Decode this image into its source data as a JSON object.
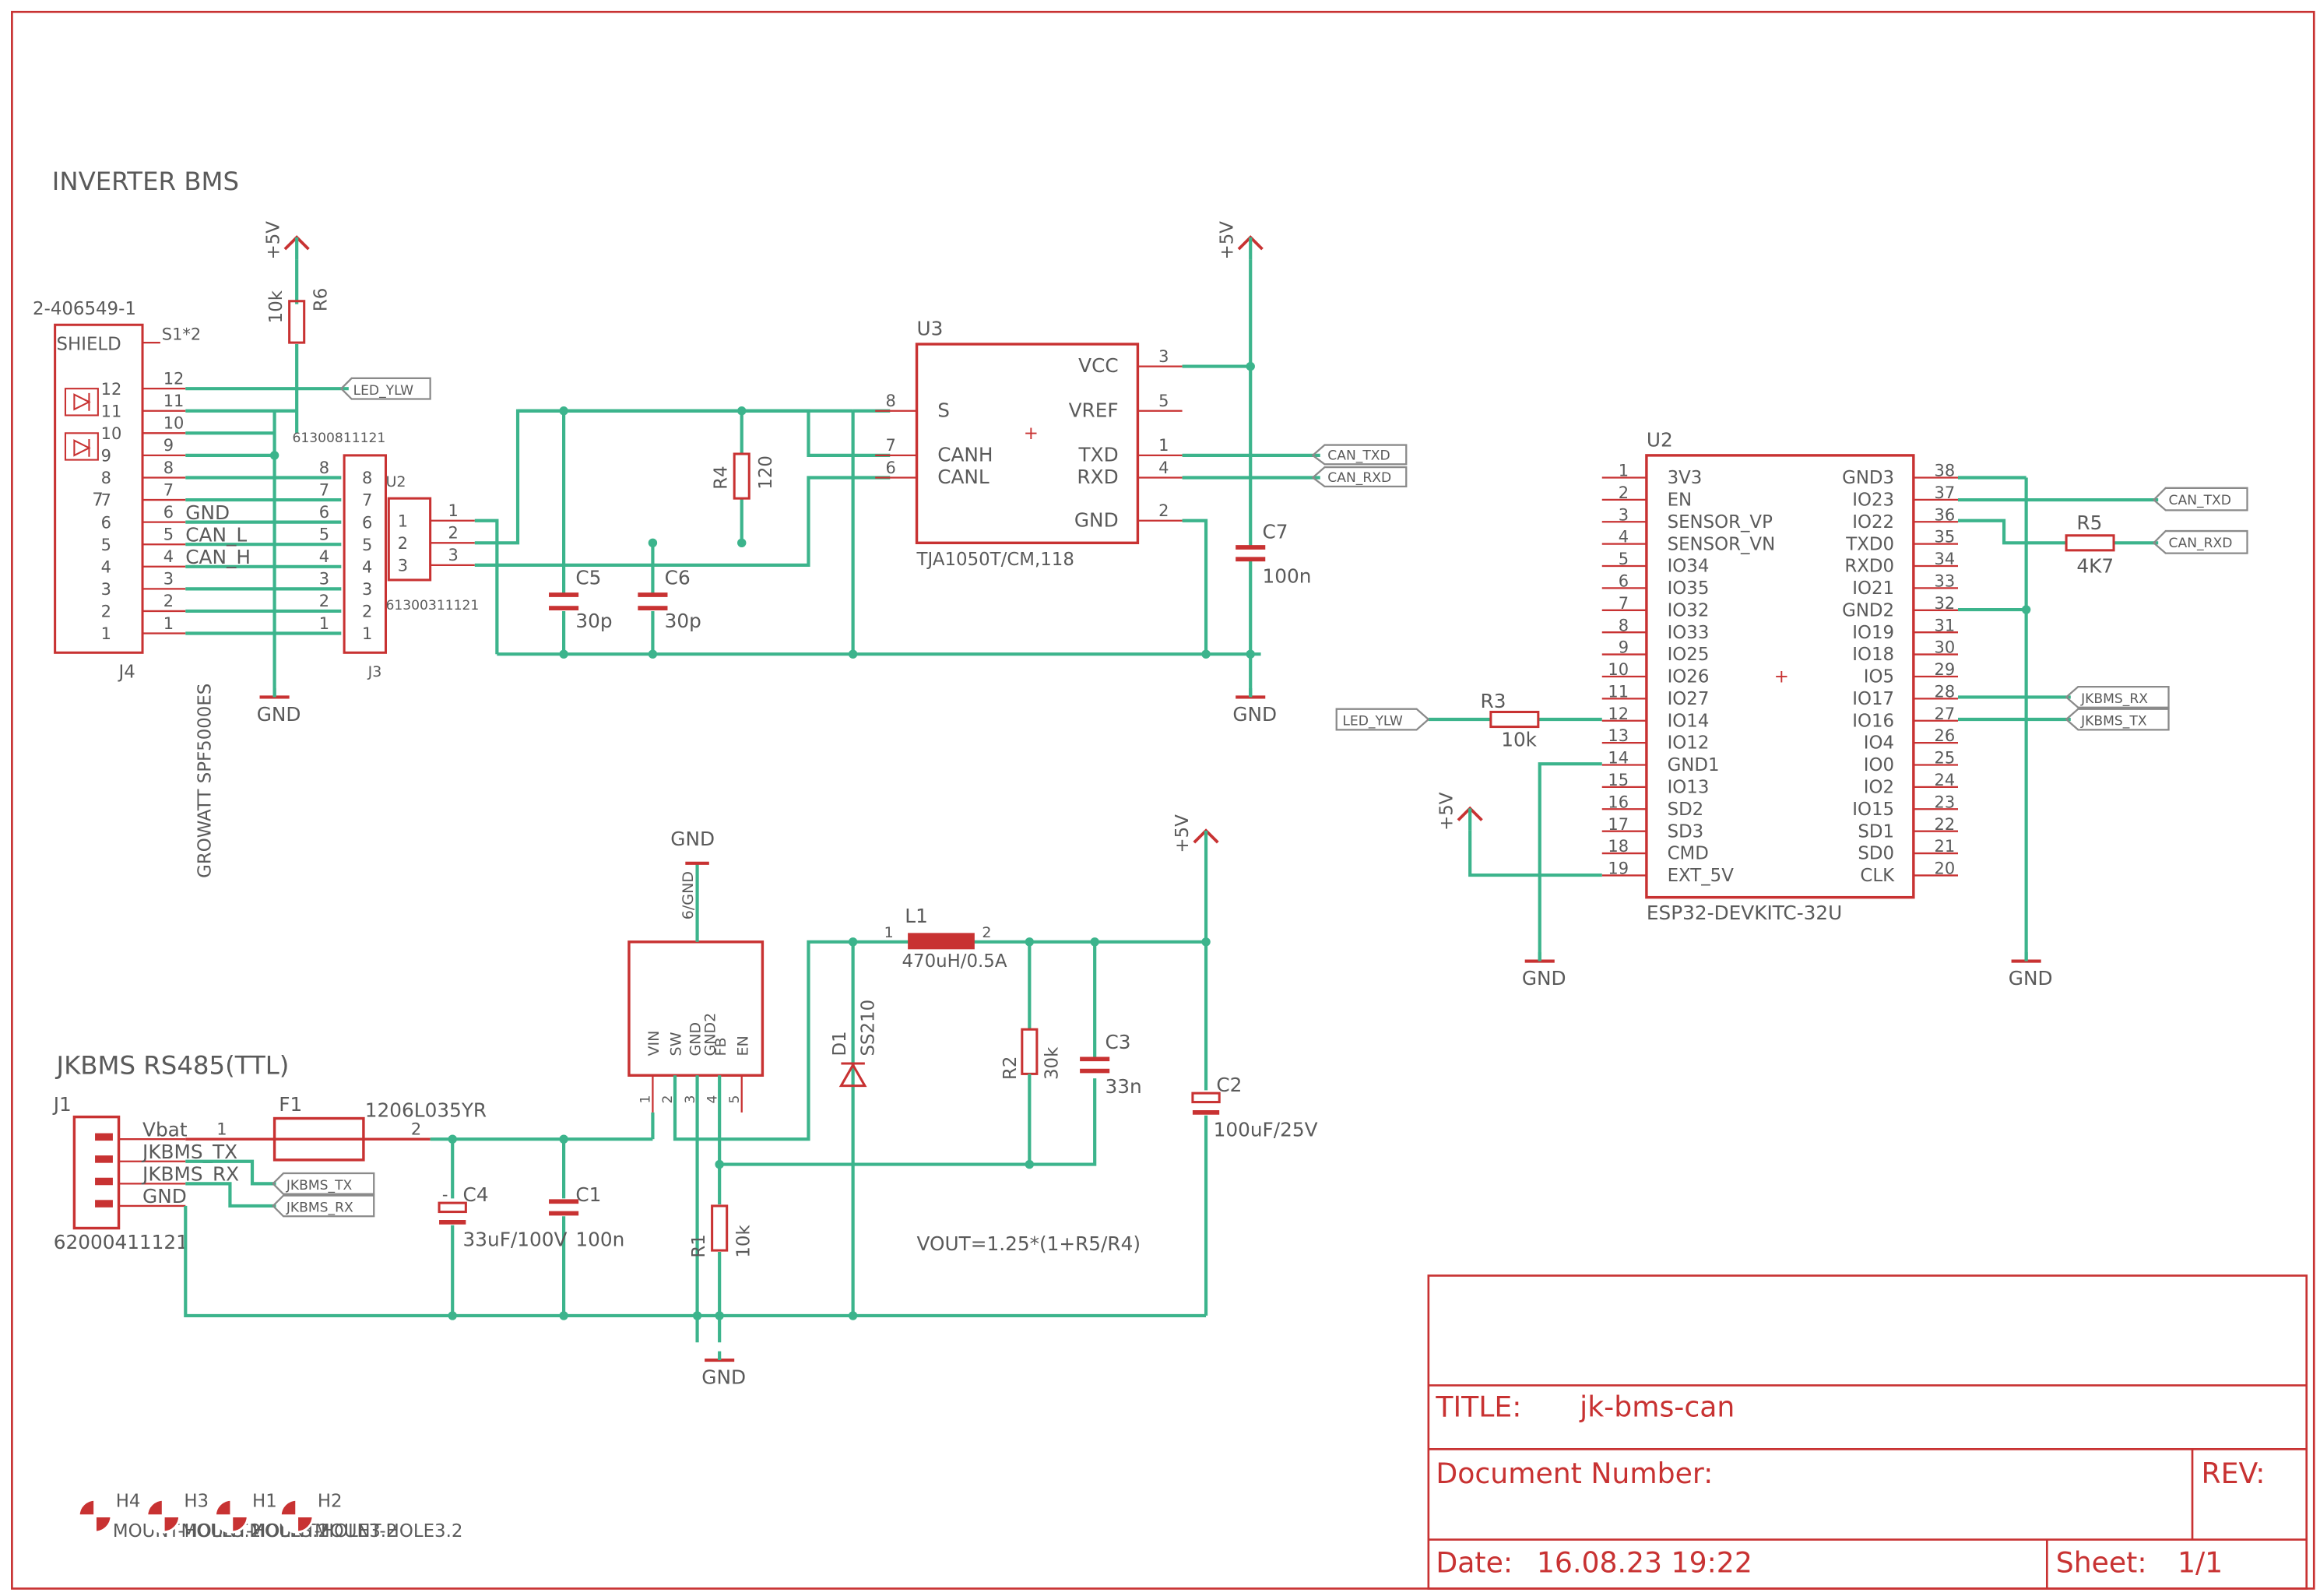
{
  "sections": {
    "inverter_title": "INVERTER BMS",
    "jkbms_title": "JKBMS RS485(TTL)"
  },
  "j4": {
    "part": "2-406549-1",
    "ref": "J4",
    "shield": "SHIELD",
    "s1": "S1*2",
    "pins": [
      "12",
      "11",
      "10",
      "9",
      "8",
      "7",
      "6",
      "5",
      "4",
      "3",
      "2",
      "1"
    ],
    "net_gnd": "GND",
    "net_canl": "CAN_L",
    "net_canh": "CAN_H",
    "inner_pins": [
      "12",
      "11",
      "10",
      "9",
      "8",
      "7",
      "6",
      "5",
      "4",
      "3",
      "2",
      "1"
    ],
    "plus7": "7",
    "inverter_label": "GROWATT SPF5000ES"
  },
  "u2_conn": {
    "part": "61300811121",
    "ref": "U2",
    "pins": [
      "8",
      "7",
      "6",
      "5",
      "4",
      "3",
      "2",
      "1"
    ],
    "pins_left": [
      "8",
      "7",
      "6",
      "5",
      "4",
      "3",
      "2",
      "1"
    ]
  },
  "j3": {
    "part": "61300311121",
    "ref": "J3",
    "pins": [
      "1",
      "2",
      "3"
    ],
    "wire_pins": [
      "1",
      "2",
      "3"
    ]
  },
  "r6": {
    "ref": "R6",
    "value": "10k"
  },
  "r4": {
    "ref": "R4",
    "value": "120"
  },
  "c5": {
    "ref": "C5",
    "value": "30p"
  },
  "c6": {
    "ref": "C6",
    "value": "30p"
  },
  "c7": {
    "ref": "C7",
    "value": "100n"
  },
  "u3": {
    "ref": "U3",
    "part": "TJA1050T/CM,118",
    "left_pins": [
      {
        "num": "8",
        "name": "S"
      },
      {
        "num": "7",
        "name": "CANH"
      },
      {
        "num": "6",
        "name": "CANL"
      }
    ],
    "right_pins": [
      {
        "num": "3",
        "name": "VCC"
      },
      {
        "num": "5",
        "name": "VREF"
      },
      {
        "num": "1",
        "name": "TXD"
      },
      {
        "num": "4",
        "name": "RXD"
      },
      {
        "num": "2",
        "name": "GND"
      }
    ]
  },
  "nets": {
    "plus5v": "+5V",
    "gnd": "GND",
    "led_ylw": "LED_YLW",
    "can_txd": "CAN_TXD",
    "can_rxd": "CAN_RXD",
    "jkbms_rx": "JKBMS_RX",
    "jkbms_tx": "JKBMS_TX"
  },
  "u2": {
    "ref": "U2",
    "part": "ESP32-DEVKITC-32U",
    "left_pins": [
      {
        "num": "1",
        "name": "3V3"
      },
      {
        "num": "2",
        "name": "EN"
      },
      {
        "num": "3",
        "name": "SENSOR_VP"
      },
      {
        "num": "4",
        "name": "SENSOR_VN"
      },
      {
        "num": "5",
        "name": "IO34"
      },
      {
        "num": "6",
        "name": "IO35"
      },
      {
        "num": "7",
        "name": "IO32"
      },
      {
        "num": "8",
        "name": "IO33"
      },
      {
        "num": "9",
        "name": "IO25"
      },
      {
        "num": "10",
        "name": "IO26"
      },
      {
        "num": "11",
        "name": "IO27"
      },
      {
        "num": "12",
        "name": "IO14"
      },
      {
        "num": "13",
        "name": "IO12"
      },
      {
        "num": "14",
        "name": "GND1"
      },
      {
        "num": "15",
        "name": "IO13"
      },
      {
        "num": "16",
        "name": "SD2"
      },
      {
        "num": "17",
        "name": "SD3"
      },
      {
        "num": "18",
        "name": "CMD"
      },
      {
        "num": "19",
        "name": "EXT_5V"
      }
    ],
    "right_pins": [
      {
        "num": "38",
        "name": "GND3"
      },
      {
        "num": "37",
        "name": "IO23"
      },
      {
        "num": "36",
        "name": "IO22"
      },
      {
        "num": "35",
        "name": "TXD0"
      },
      {
        "num": "34",
        "name": "RXD0"
      },
      {
        "num": "33",
        "name": "IO21"
      },
      {
        "num": "32",
        "name": "GND2"
      },
      {
        "num": "31",
        "name": "IO19"
      },
      {
        "num": "30",
        "name": "IO18"
      },
      {
        "num": "29",
        "name": "IO5"
      },
      {
        "num": "28",
        "name": "IO17"
      },
      {
        "num": "27",
        "name": "IO16"
      },
      {
        "num": "26",
        "name": "IO4"
      },
      {
        "num": "25",
        "name": "IO0"
      },
      {
        "num": "24",
        "name": "IO2"
      },
      {
        "num": "23",
        "name": "IO15"
      },
      {
        "num": "22",
        "name": "SD1"
      },
      {
        "num": "21",
        "name": "SD0"
      },
      {
        "num": "20",
        "name": "CLK"
      }
    ]
  },
  "r5": {
    "ref": "R5",
    "value": "4K7"
  },
  "r3": {
    "ref": "R3",
    "value": "10k"
  },
  "j1": {
    "ref": "J1",
    "part": "62000411121",
    "pins": [
      "Vbat",
      "JKBMS_TX",
      "JKBMS_RX",
      "GND"
    ]
  },
  "f1": {
    "ref": "F1",
    "value": "1206L035YR",
    "pin1": "1",
    "pin2": "2"
  },
  "c4": {
    "ref": "C4",
    "value": "33uF/100V"
  },
  "c1": {
    "ref": "C1",
    "value": "100n"
  },
  "regulator": {
    "top_pin": "6/GND",
    "pins": [
      "VIN",
      "SW",
      "GND",
      "GND2",
      "FB",
      "EN"
    ],
    "pin_nums": [
      "1",
      "2",
      "3",
      "4",
      "5"
    ]
  },
  "r1": {
    "ref": "R1",
    "value": "10k"
  },
  "d1": {
    "ref": "D1",
    "value": "SS210"
  },
  "l1": {
    "ref": "L1",
    "value": "470uH/0.5A",
    "pin1": "1",
    "pin2": "2"
  },
  "r2": {
    "ref": "R2",
    "value": "30k"
  },
  "c3": {
    "ref": "C3",
    "value": "33n"
  },
  "c2": {
    "ref": "C2",
    "value": "100uF/25V"
  },
  "vout_note": "VOUT=1.25*(1+R5/R4)",
  "holes": {
    "refs": [
      "H4",
      "H3",
      "H1",
      "H2"
    ],
    "text": "MOUNT-HOLE3.2"
  },
  "title_block": {
    "title_label": "TITLE:",
    "title_value": "jk-bms-can",
    "docnum_label": "Document Number:",
    "rev_label": "REV:",
    "date_label": "Date:",
    "date_value": "16.08.23 19:22",
    "sheet_label": "Sheet:",
    "sheet_value": "1/1"
  }
}
